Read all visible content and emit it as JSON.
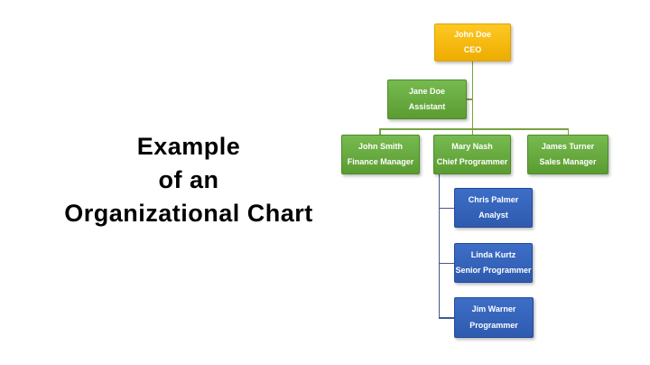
{
  "title": {
    "lines": [
      "Example",
      "of an",
      "Organizational Chart"
    ]
  },
  "org": {
    "ceo": {
      "name": "John Doe",
      "role": "CEO",
      "manager": null
    },
    "assistant": {
      "name": "Jane Doe",
      "role": "Assistant",
      "manager": "John Doe"
    },
    "finance_manager": {
      "name": "John Smith",
      "role": "Finance Manager",
      "manager": "John Doe"
    },
    "chief_programmer": {
      "name": "Mary Nash",
      "role": "Chief Programmer",
      "manager": "John Doe"
    },
    "sales_manager": {
      "name": "James Turner",
      "role": "Sales Manager",
      "manager": "John Doe"
    },
    "analyst": {
      "name": "Chris Palmer",
      "role": "Analyst",
      "manager": "Mary Nash"
    },
    "senior_programmer": {
      "name": "Linda Kurtz",
      "role": "Senior Programmer",
      "manager": "Mary Nash"
    },
    "programmer": {
      "name": "Jim Warner",
      "role": "Programmer",
      "manager": "Mary Nash"
    }
  },
  "colors": {
    "background": "#FFFFFF",
    "title_color": "#000000",
    "node_text": "#FFFFFF",
    "ceo_fill_top": "#FFC824",
    "ceo_fill_bottom": "#EDAC00",
    "ceo_border": "#DFA300",
    "green_fill_top": "#76BA50",
    "green_fill_bottom": "#5B9C31",
    "green_border": "#4E8A28",
    "blue_fill_top": "#3D6EC6",
    "blue_fill_bottom": "#2E5BAF",
    "blue_border": "#24489B",
    "green_connector": "#78A240",
    "blue_connector": "#41598F"
  }
}
